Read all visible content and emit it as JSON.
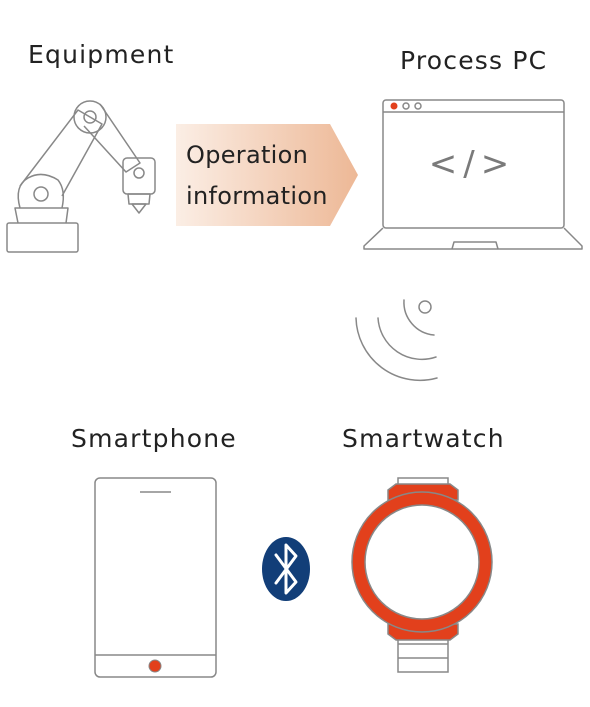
{
  "nodes": {
    "equipment": {
      "label": "Equipment",
      "icon": "robot-arm-icon"
    },
    "process_pc": {
      "label": "Process PC",
      "icon": "laptop-icon",
      "screen_glyph": "</>"
    },
    "smartphone": {
      "label": "Smartphone",
      "icon": "smartphone-icon"
    },
    "smartwatch": {
      "label": "Smartwatch",
      "icon": "smartwatch-icon"
    }
  },
  "flow": {
    "line1": "Operation",
    "line2": "information",
    "icon": "arrow-right-icon"
  },
  "wireless_icon": "wifi-signal-icon",
  "pairing_icon": "bluetooth-icon",
  "colors": {
    "accent": "#e2401c",
    "bluetooth": "#123e78",
    "outline": "#888888",
    "arrow_start": "#fbeee5",
    "arrow_end": "#edb896"
  }
}
